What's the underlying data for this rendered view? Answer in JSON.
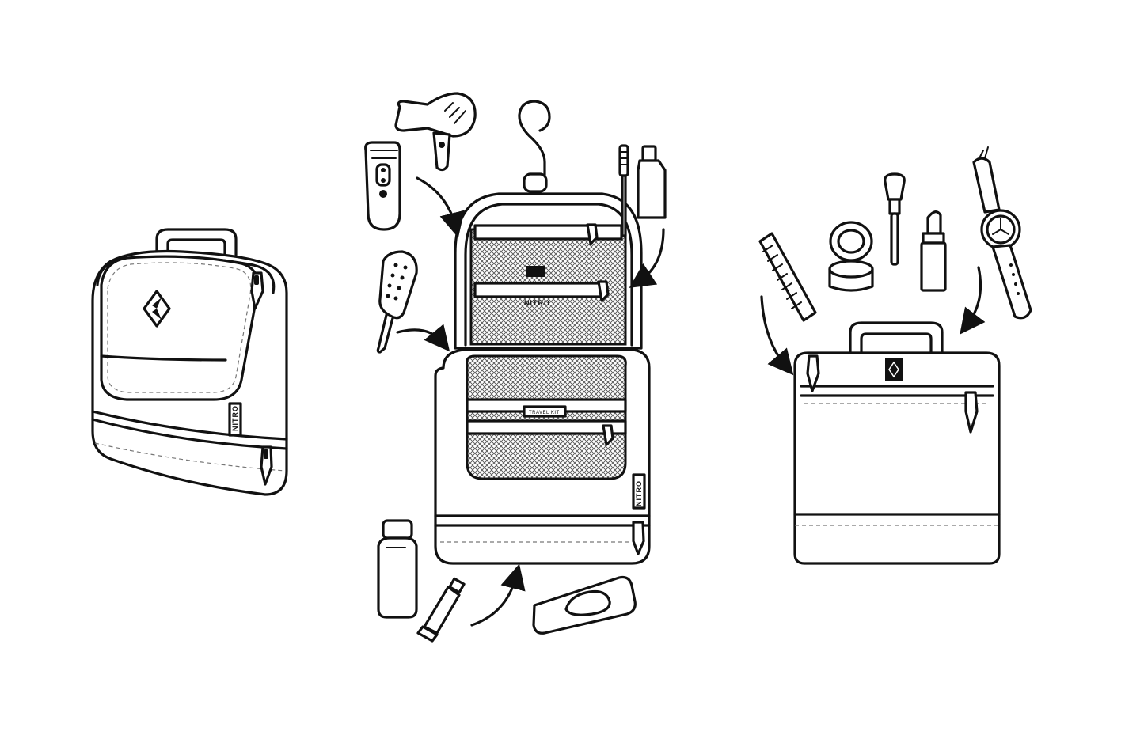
{
  "figure": {
    "panels": [
      {
        "name": "closed bag"
      },
      {
        "name": "opened bag with hook"
      },
      {
        "name": "bag back side"
      }
    ],
    "labels": {
      "brand_tag": "NITRO",
      "inner_brand": "NITRO",
      "inner_tag": "TRAVEL KIT"
    },
    "items_top_left": [
      "hair-dryer",
      "epilator",
      "hair-brush"
    ],
    "items_top_right": [
      "toothbrush",
      "toothpaste"
    ],
    "items_bottom": [
      "shampoo-bottle",
      "cream-tube",
      "wipes-pack"
    ],
    "items_right_panel": [
      "comb",
      "makeup-brush",
      "compact-powder",
      "lipstick",
      "wristwatch"
    ],
    "colors": {
      "line": "#111111",
      "background": "#ffffff",
      "mesh": "#888888"
    }
  }
}
